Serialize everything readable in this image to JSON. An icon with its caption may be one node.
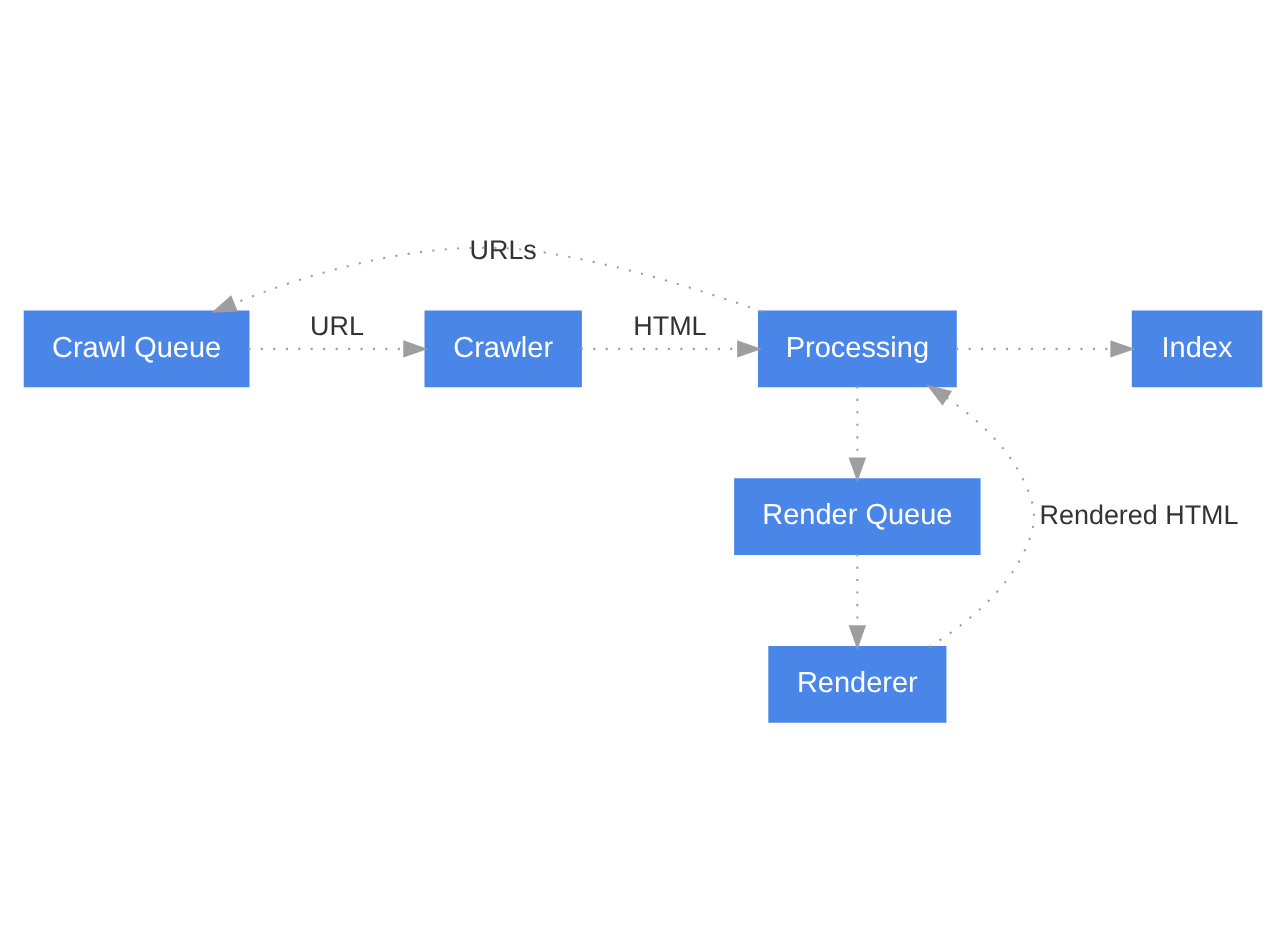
{
  "diagram": {
    "nodes": [
      {
        "text": [
          "Crawl Queue"
        ]
      },
      {
        "text": [
          "Crawler"
        ]
      },
      {
        "text": [
          "Processing"
        ]
      },
      {
        "text": [
          "Index"
        ]
      },
      {
        "text": [
          "Render Queue"
        ]
      },
      {
        "text": [
          "Renderer"
        ]
      }
    ],
    "edges": [
      {
        "from": 2,
        "to": 0,
        "arrow": "to",
        "label": "URLs",
        "style": "dashed"
      },
      {
        "from": 0,
        "to": 1,
        "arrow": "to",
        "label": "URL",
        "style": "dashed"
      },
      {
        "from": 1,
        "to": 2,
        "arrow": "to",
        "label": "HTML",
        "style": "dashed"
      },
      {
        "from": 2,
        "to": 3,
        "arrow": "to",
        "style": "dashed"
      },
      {
        "from": 2,
        "to": 4,
        "arrow": "to",
        "style": "dashed"
      },
      {
        "from": 4,
        "to": 5,
        "arrow": "to",
        "style": "dashed"
      },
      {
        "from": 5,
        "to": 2,
        "arrow": "to",
        "label": "Rendered HTML",
        "style": "dashed"
      }
    ]
  }
}
